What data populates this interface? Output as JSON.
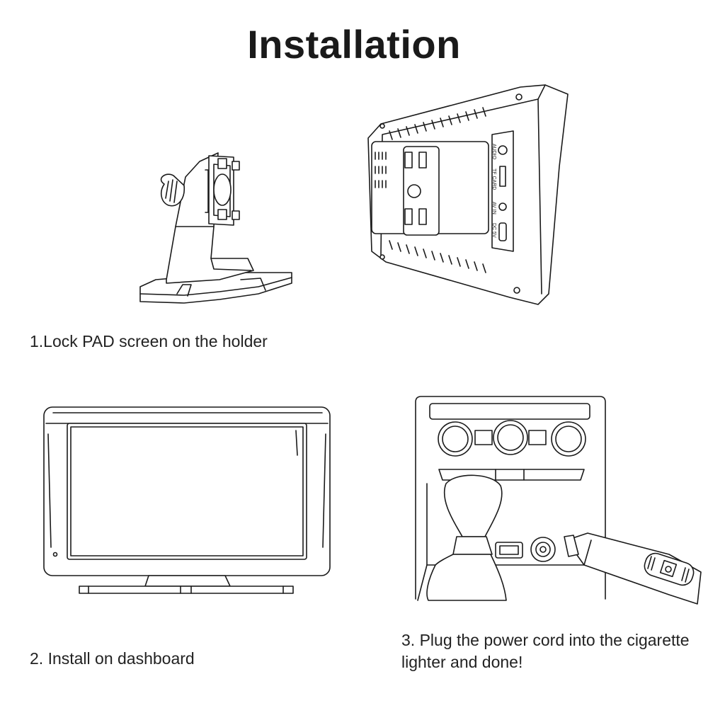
{
  "page": {
    "title": "Installation"
  },
  "steps": [
    {
      "caption": "1.Lock PAD screen on the holder"
    },
    {
      "caption": "2. Install on dashboard"
    },
    {
      "caption": "3. Plug the power cord into the cigarette lighter and done!"
    }
  ],
  "device_ports": [
    "AUDIO",
    "TF CARD",
    "AV IN",
    "DC 5V"
  ]
}
